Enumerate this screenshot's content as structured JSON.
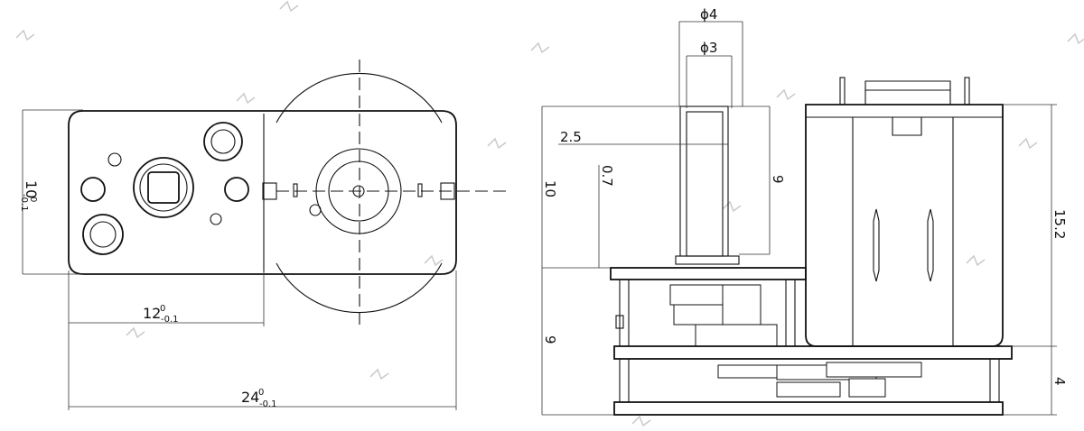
{
  "front_view": {
    "dim_height": "10",
    "dim_height_tol_upper": "0",
    "dim_height_tol_lower": "-0.1",
    "dim_gearbox_width": "12",
    "dim_gearbox_width_tol_upper": "0",
    "dim_gearbox_width_tol_lower": "-0.1",
    "dim_total_width": "24",
    "dim_total_width_tol_upper": "0",
    "dim_total_width_tol_lower": "-0.1"
  },
  "side_view": {
    "dim_shaft_outer": "ϕ4",
    "dim_shaft_inner": "ϕ3",
    "dim_flat": "2.5",
    "dim_step": "0.7",
    "dim_shaft_len": "10",
    "dim_shaft_body": "9",
    "dim_gear_height": "9",
    "dim_motor_height": "15.2",
    "dim_bottom_height": "4"
  },
  "colors": {
    "line": "#111111",
    "watermark": "#c9c9c9",
    "background": "#ffffff"
  }
}
